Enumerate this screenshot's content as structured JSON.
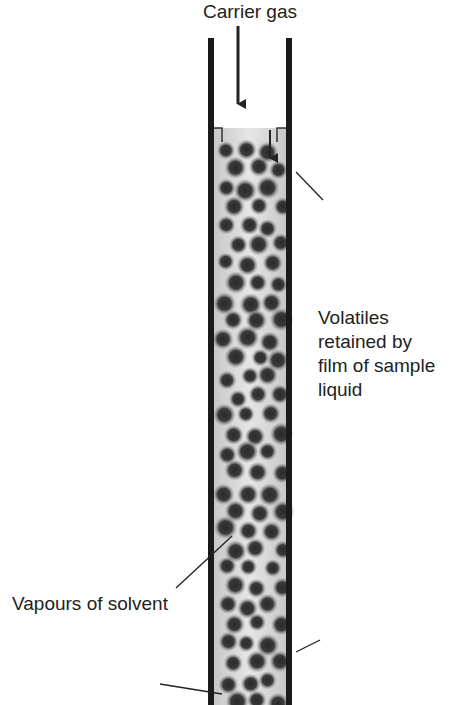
{
  "diagram": {
    "labels": [
      "Carrier gas",
      "Volatiles retained by film of sample liquid",
      "Vapours of solvent"
    ]
  }
}
